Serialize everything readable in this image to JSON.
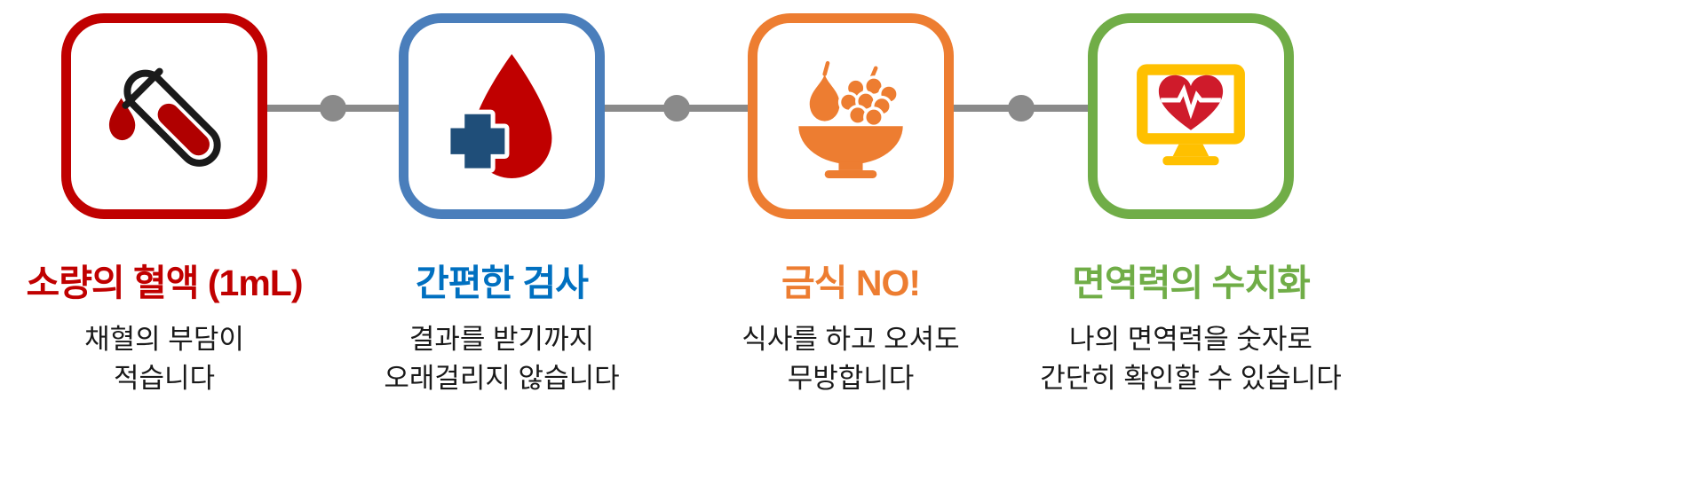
{
  "steps": [
    {
      "title": "소량의 혈액 (1mL)",
      "subtitle": "채혈의 부담이\n적습니다",
      "icon": "blood-test-tube-icon",
      "box_border_color": "#c00000",
      "title_color": "#c00000"
    },
    {
      "title": "간편한 검사",
      "subtitle": "결과를 받기까지\n오래걸리지 않습니다",
      "icon": "blood-drop-cross-icon",
      "box_border_color": "#4a7ebb",
      "title_color": "#0070c0"
    },
    {
      "title": "금식 NO!",
      "subtitle": "식사를 하고 오셔도\n무방합니다",
      "icon": "fruit-bowl-icon",
      "box_border_color": "#ed7d31",
      "title_color": "#ed7d31"
    },
    {
      "title": "면역력의 수치화",
      "subtitle": "나의 면역력을 숫자로\n간단히 확인할 수 있습니다",
      "icon": "monitor-heart-icon",
      "box_border_color": "#70ad47",
      "title_color": "#70ad47"
    }
  ],
  "connector": {
    "line_color": "#8a8a8a",
    "dot_color": "#8a8a8a"
  },
  "icon_colors": {
    "blood_red": "#b00000",
    "drop_red": "#c00000",
    "cross_navy": "#1f4e79",
    "fruit_orange": "#ed7d31",
    "monitor_gold": "#ffc000",
    "heart_red": "#cf1b2b"
  }
}
